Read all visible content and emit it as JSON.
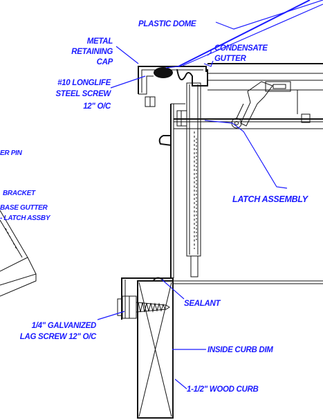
{
  "labels": {
    "plastic_dome": "PLASTIC DOME",
    "metal_retaining_cap_1": "METAL",
    "metal_retaining_cap_2": "RETAINING",
    "metal_retaining_cap_3": "CAP",
    "condensate_gutter_1": "CONDENSATE",
    "condensate_gutter_2": "GUTTER",
    "screw_1": "#10 LONGLIFE",
    "screw_2": "STEEL SCREW",
    "screw_3": "12\" O/C",
    "hinge_pin": "ER PIN",
    "bracket": "BRACKET",
    "base_gutter": "BASE GUTTER",
    "latch_assby": "- LATCH ASSBY",
    "latch_assembly": "LATCH ASSEMBLY",
    "sealant": "SEALANT",
    "lag_screw_1": "1/4\" GALVANIZED",
    "lag_screw_2": "LAG SCREW 12\" O/C",
    "inside_curb": "INSIDE CURB DIM",
    "wood_curb": "1-1/2\" WOOD CURB"
  },
  "colors": {
    "annotation": "#1a1aff",
    "linework": "#111111"
  }
}
